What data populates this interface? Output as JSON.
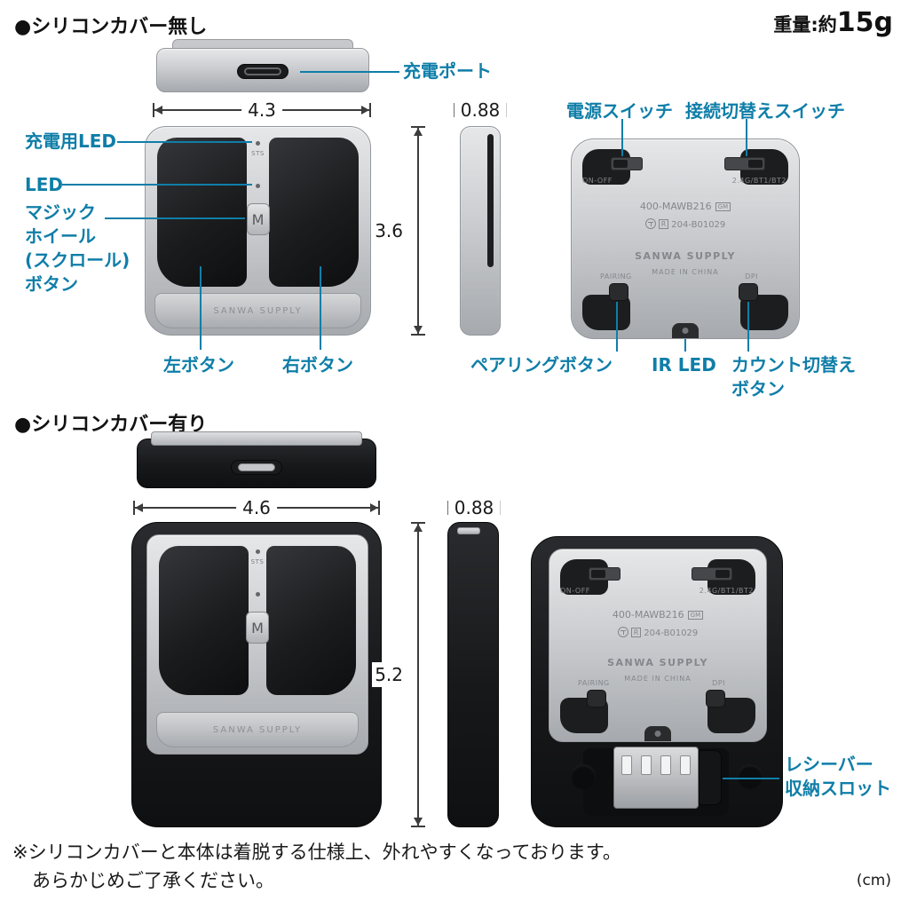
{
  "colors": {
    "accent": "#0f7ea8"
  },
  "section1": {
    "heading": "●シリコンカバー無し",
    "weight_prefix": "重量:約",
    "weight_value": "15g",
    "dim_width": "4.3",
    "dim_height": "3.6",
    "dim_depth": "0.88",
    "labels": {
      "charge_port": "充電ポート",
      "charge_led": "充電用LED",
      "led": "LED",
      "magic_wheel": "マジック\nホイール\n(スクロール)\nボタン",
      "left_button": "左ボタン",
      "right_button": "右ボタン",
      "power_switch": "電源スイッチ",
      "connect_switch": "接続切替えスイッチ",
      "pairing_button": "ペアリングボタン",
      "ir_led": "IR LED",
      "count_switch": "カウント切替え\nボタン"
    }
  },
  "section2": {
    "heading": "●シリコンカバー有り",
    "dim_width": "4.6",
    "dim_height": "5.2",
    "dim_depth": "0.88",
    "labels": {
      "receiver_slot": "レシーバー\n収納スロット"
    }
  },
  "device": {
    "sts": "STS",
    "wheel_button": "M",
    "brand": "SANWA SUPPLY",
    "power_switch": "ON-OFF",
    "connect_switch": "2.4G/BT1/BT2",
    "model": "400-MAWB216",
    "model_badge": "GM",
    "cert_r": "R",
    "cert_number": "204-B01029",
    "made_in": "MADE IN CHINA",
    "pairing": "PAIRING",
    "dpi": "DPI"
  },
  "footer": {
    "note1": "※シリコンカバーと本体は着脱する仕様上、外れやすくなっております。",
    "note2": "あらかじめご了承ください。",
    "unit": "(cm)"
  }
}
